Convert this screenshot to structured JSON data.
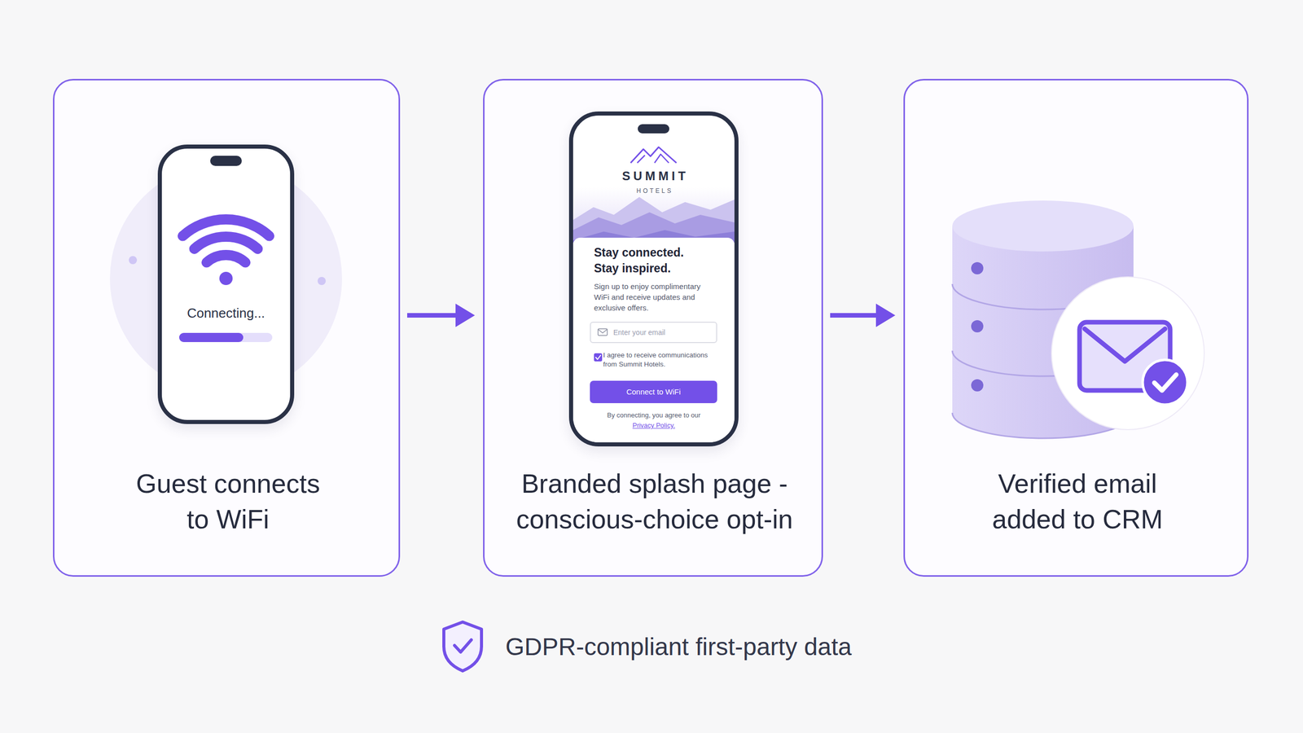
{
  "diagram": {
    "nodes": [
      {
        "text": [
          "Guest connects to WiFi"
        ]
      },
      {
        "text": [
          "Connecting..."
        ],
        "in": 0
      },
      {
        "text": [
          "Branded splash page - conscious-choice opt-in"
        ]
      },
      {
        "text": [
          "SUMMIT",
          "HOTELS",
          "Stay connected. Stay inspired.",
          "Sign up to enjoy complimentary WiFi and receive updates and exclusive offers.",
          "I agree to receive communications from Summit Hotels.",
          "By connecting, you agree to our",
          "Privacy Policy."
        ],
        "in": 2
      },
      {
        "text": [
          "Enter your email"
        ],
        "in": 3
      },
      {
        "text": [
          "Connect to WiFi"
        ],
        "in": 3
      },
      {
        "text": [
          "Verified email added to CRM"
        ]
      }
    ],
    "edges": [
      {
        "from": 0,
        "to": 2,
        "arrow": "to"
      },
      {
        "from": 2,
        "to": 6,
        "arrow": "to"
      }
    ],
    "labels": [
      "GDPR-compliant first-party data"
    ]
  }
}
